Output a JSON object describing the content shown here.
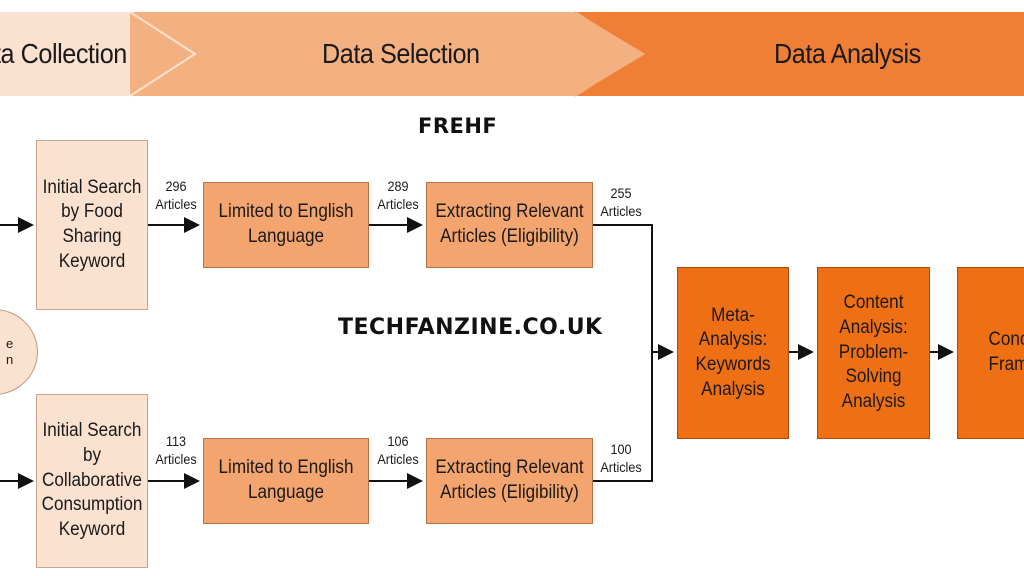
{
  "phases": [
    "ta Collection",
    "Data Selection",
    "Data Analysis"
  ],
  "watermarks": {
    "top": "FREHF",
    "middle": "TECHFANZINE.CO.UK"
  },
  "source": {
    "label_line1": "e",
    "label_line2": "n"
  },
  "top_row": {
    "search": "Initial Search by Food Sharing Keyword",
    "count1": [
      "296",
      "Articles"
    ],
    "limit": "Limited to English Language",
    "count2": [
      "289",
      "Articles"
    ],
    "extract": "Extracting Relevant Articles (Eligibility)",
    "count3": [
      "255",
      "Articles"
    ]
  },
  "bottom_row": {
    "search": "Initial Search by Collaborative Consumption Keyword",
    "count1": [
      "113",
      "Articles"
    ],
    "limit": "Limited to English Language",
    "count2": [
      "106",
      "Articles"
    ],
    "extract": "Extracting Relevant Articles (Eligibility)",
    "count3": [
      "100",
      "Articles"
    ]
  },
  "analysis": {
    "meta": "Meta-Analysis: Keywords Analysis",
    "content": "Content Analysis: Problem-Solving Analysis",
    "framework": "Conc Fram"
  },
  "colors": {
    "light": "#fbe1d0",
    "mid": "#f3a46f",
    "dark": "#ef6f14"
  }
}
